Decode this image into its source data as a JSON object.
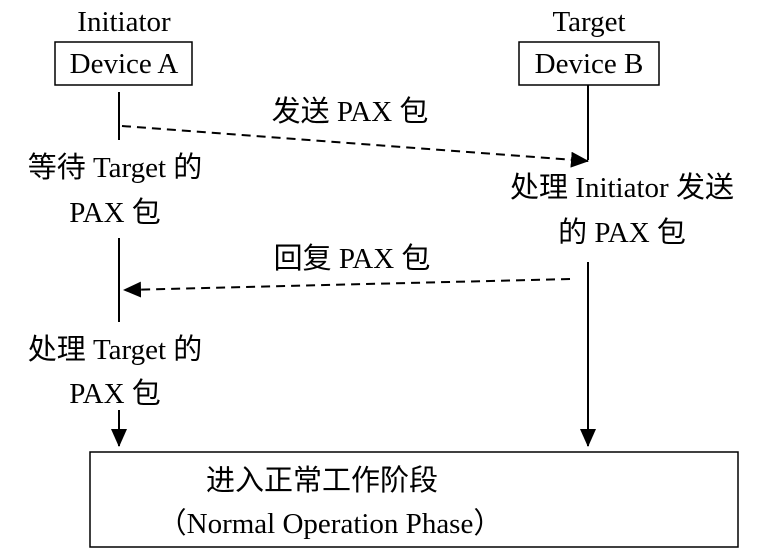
{
  "initiator": {
    "role": "Initiator",
    "device": "Device A"
  },
  "target": {
    "role": "Target",
    "device": "Device B"
  },
  "messages": {
    "send": "发送 PAX 包",
    "reply": "回复 PAX 包"
  },
  "initiator_steps": {
    "wait_line1": "等待 Target 的",
    "wait_line2": "PAX 包",
    "process_line1": "处理 Target 的",
    "process_line2": "PAX 包"
  },
  "target_steps": {
    "process_line1": "处理 Initiator 发送",
    "process_line2": "的 PAX 包"
  },
  "final": {
    "line1": "进入正常工作阶段",
    "line2": "（Normal Operation Phase）"
  }
}
